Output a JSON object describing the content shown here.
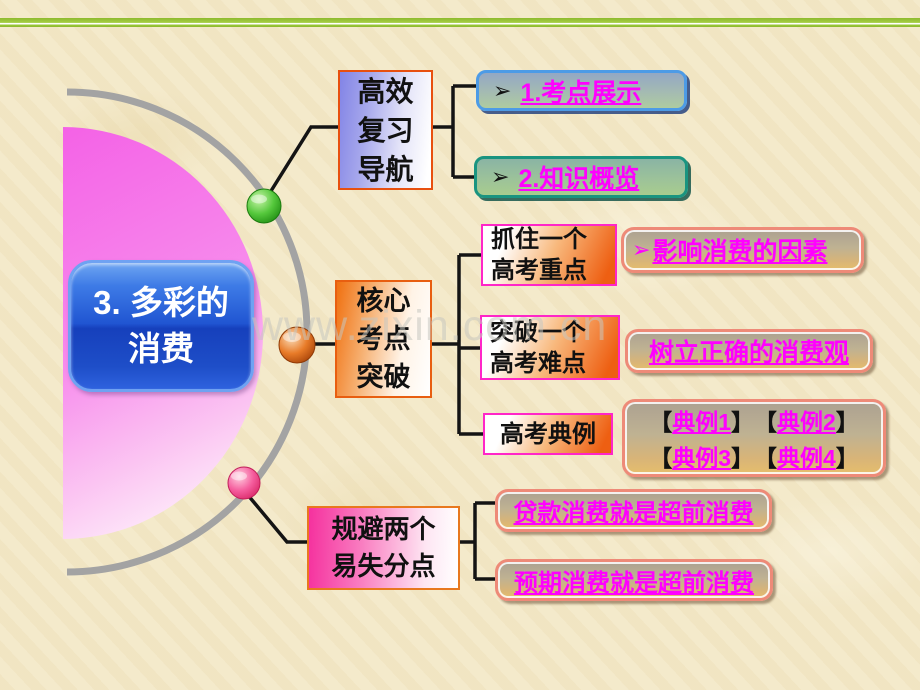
{
  "watermark": "www.zixin.com.cn",
  "title": {
    "lines": [
      "3. 多彩的",
      "消费"
    ]
  },
  "nav_branch": {
    "box_lines": [
      "高效",
      "复习",
      "导航"
    ],
    "items": [
      {
        "bullet": "➢",
        "label": "1.考点展示"
      },
      {
        "bullet": "➢",
        "label": "2.知识概览"
      }
    ]
  },
  "core_branch": {
    "box_lines": [
      "核心",
      "考点",
      "突破"
    ],
    "sub_boxes": [
      {
        "lines": [
          "抓住一个",
          "高考重点"
        ]
      },
      {
        "lines": [
          "突破一个",
          "高考难点"
        ]
      },
      {
        "lines": [
          "高考典例"
        ]
      }
    ],
    "results": {
      "factor": {
        "bullet": "➢",
        "label": "影响消费的因素"
      },
      "view": {
        "label": "树立正确的消费观"
      },
      "examples": {
        "bracket_open": "【",
        "bracket_close": "】",
        "links": [
          "典例1",
          "典例2",
          "典例3",
          "典例4"
        ]
      }
    }
  },
  "avoid_branch": {
    "box_lines": [
      "规避两个",
      "易失分点"
    ],
    "items": [
      {
        "label": "贷款消费就是超前消费"
      },
      {
        "label": "预期消费就是超前消费"
      }
    ]
  },
  "colors": {
    "link_magenta": "#FF00FF",
    "top_rule_green": "#9CC83C",
    "title_box_blue": "#2055D2",
    "semicircle_pink": "#F462E6",
    "arc_gray": "#A3A3A3",
    "orange_border": "#E8500F",
    "magenta_border": "#FF26C8",
    "salmon_border": "#EE8A78",
    "node_green": "#55C83C",
    "node_orange": "#E87B28",
    "node_pink": "#F55E9E"
  }
}
